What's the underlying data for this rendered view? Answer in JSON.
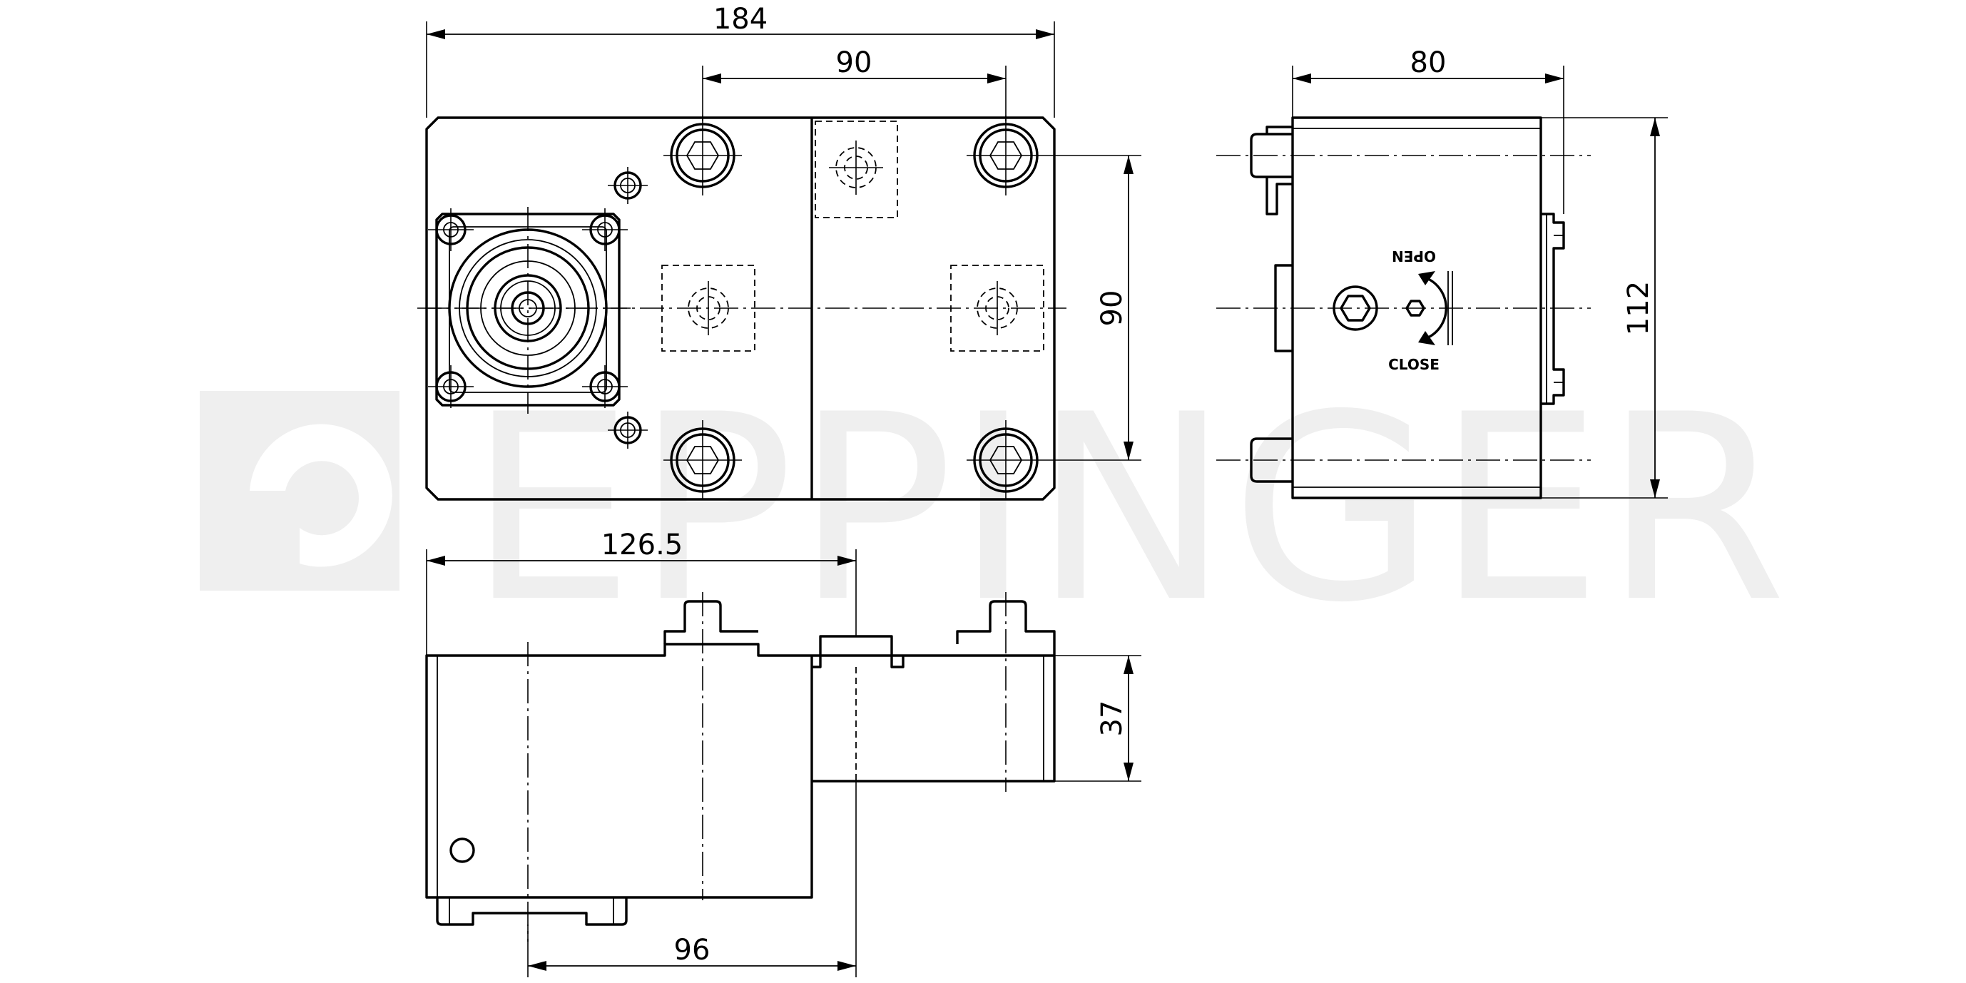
{
  "watermark": {
    "text": "EPPINGER",
    "color": "#efefef"
  },
  "dimensions": {
    "top_view": {
      "overall_width": "184",
      "screw_pitch_horizontal": "90",
      "screw_pitch_vertical": "90"
    },
    "side_view": {
      "width": "80",
      "height": "112"
    },
    "front_view": {
      "shank_offset": "126.5",
      "bottom_offset": "96",
      "height_step": "37"
    }
  },
  "labels": {
    "open": "OPEN",
    "close": "CLOSE"
  },
  "line_color": "#000000"
}
